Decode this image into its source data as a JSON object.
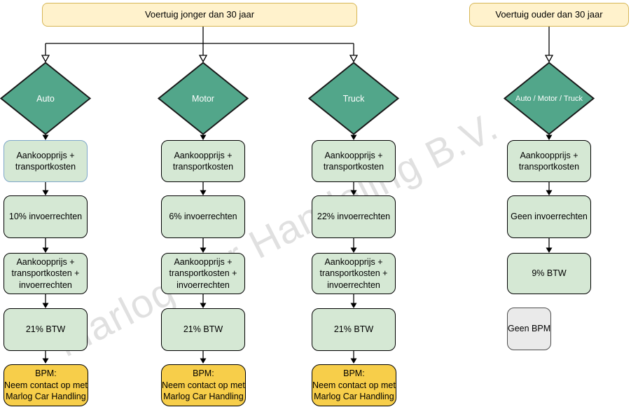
{
  "watermark_text": "Marlog Car Handeling B.V.",
  "roots": {
    "young": {
      "label": "Voertuig jonger dan 30 jaar"
    },
    "old": {
      "label": "Voertuig ouder dan 30 jaar"
    }
  },
  "columns": [
    {
      "diamond": "Auto",
      "box1": "Aankoopprijs + transportkosten",
      "box2": "10% invoerrechten",
      "box3": "Aankoopprijs + transportkosten + invoerrechten",
      "box4": "21% BTW",
      "box5": "BPM:\nNeem contact op met\nMarlog Car Handling"
    },
    {
      "diamond": "Motor",
      "box1": "Aankoopprijs + transportkosten",
      "box2": "6% invoerrechten",
      "box3": "Aankoopprijs + transportkosten + invoerrechten",
      "box4": "21% BTW",
      "box5": "BPM:\nNeem contact op met\nMarlog Car Handling"
    },
    {
      "diamond": "Truck",
      "box1": "Aankoopprijs + transportkosten",
      "box2": "22% invoerrechten",
      "box3": "Aankoopprijs + transportkosten + invoerrechten",
      "box4": "21% BTW",
      "box5": "BPM:\nNeem contact op met\nMarlog Car Handling"
    },
    {
      "diamond": "Auto / Motor / Truck",
      "box1": "Aankoopprijs + transportkosten",
      "box2": "Geen invoerrechten",
      "box3": "9% BTW",
      "box4": "Geen BPM"
    }
  ],
  "colors": {
    "yellow_fill": "#FFF2CC",
    "yellow_border": "#D6B656",
    "green_fill": "#D5E8D4",
    "diamond_fill": "#52A68A",
    "diamond_border": "#1A1A1A",
    "bpm_fill": "#F7CE4A",
    "gray_fill": "#EAEAEA",
    "first_box_border": "#7FA7C9"
  }
}
